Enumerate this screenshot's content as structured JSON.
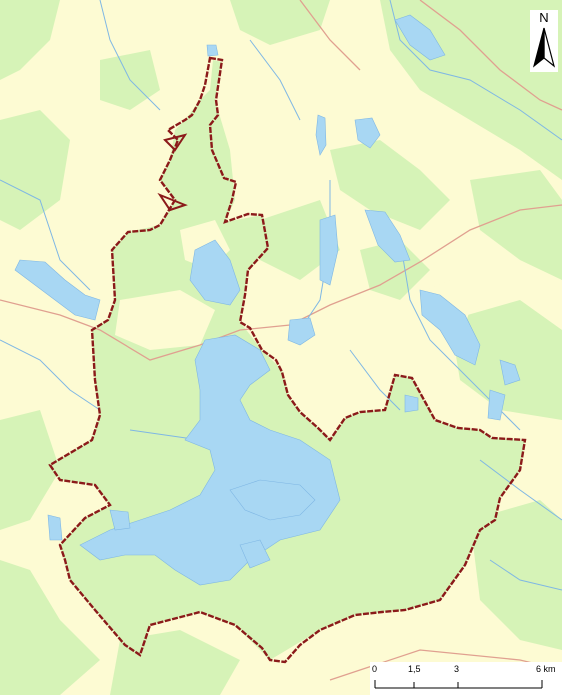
{
  "map": {
    "north_arrow": {
      "label": "N",
      "icon": "north-arrow-icon"
    },
    "scale_bar": {
      "labels": [
        "0",
        "1,5",
        "3",
        "6 km"
      ]
    },
    "colors": {
      "background_open": "#fdfbd3",
      "forest": "#d6f3b7",
      "water": "#a8d7f3",
      "river": "#7fb7e4",
      "road": "#e0a090",
      "boundary": "#8b1a1a"
    }
  }
}
